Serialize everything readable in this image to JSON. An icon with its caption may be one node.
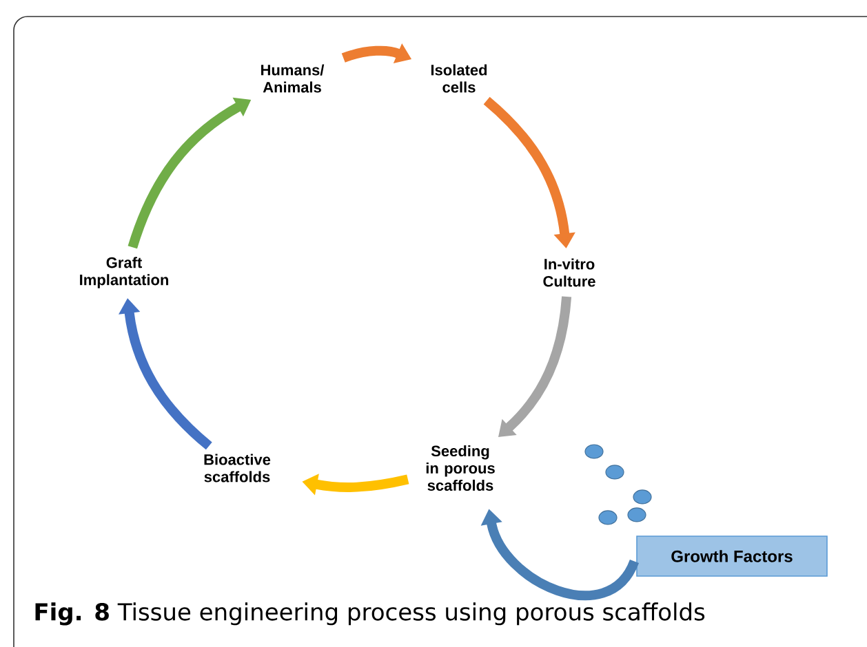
{
  "diagram": {
    "caption": "**Fig. 8** Tissue engineering process using porous scaffolds",
    "nodes": [
      {
        "text": [
          "Humans/ Animals"
        ]
      },
      {
        "text": [
          "Isolated cells"
        ]
      },
      {
        "text": [
          "In-vitro Culture"
        ]
      },
      {
        "text": [
          "Seeding in porous scaffolds"
        ]
      },
      {
        "text": [
          "Bioactive scaffolds"
        ]
      },
      {
        "text": [
          "Graft Implantation"
        ]
      },
      {
        "text": [
          "Growth Factors"
        ]
      }
    ],
    "edges": [
      {
        "from": 0,
        "to": 1,
        "arrow": "to",
        "color": "#ed7d31"
      },
      {
        "from": 1,
        "to": 2,
        "arrow": "to",
        "color": "#ed7d31"
      },
      {
        "from": 2,
        "to": 3,
        "arrow": "to",
        "color": "#a5a5a5"
      },
      {
        "from": 3,
        "to": 4,
        "arrow": "to",
        "color": "#ffc000"
      },
      {
        "from": 4,
        "to": 5,
        "arrow": "to",
        "color": "#4472c4"
      },
      {
        "from": 5,
        "to": 0,
        "arrow": "to",
        "color": "#70ad47"
      },
      {
        "from": 6,
        "to": 3,
        "arrow": "to",
        "color": "#4a7fb5"
      }
    ]
  }
}
